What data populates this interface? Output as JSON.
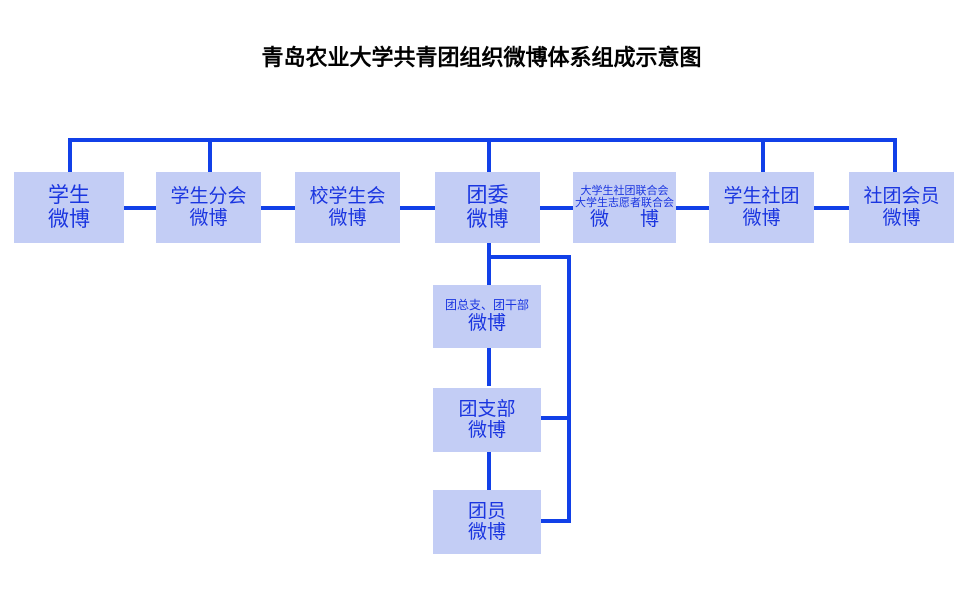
{
  "diagram": {
    "title": "青岛农业大学共青团组织微博体系组成示意图",
    "colors": {
      "box_fill": "#c3cdf5",
      "text_blue": "#1a35e0",
      "line_blue": "#1140e8",
      "title_black": "#000000",
      "background": "#ffffff"
    },
    "top_row": [
      {
        "id": "student-weibo",
        "line1": "学生",
        "line2": "微博"
      },
      {
        "id": "student-branch-weibo",
        "line1": "学生分会",
        "line2": "微博"
      },
      {
        "id": "school-union-weibo",
        "line1": "校学生会",
        "line2": "微博"
      },
      {
        "id": "youth-league-weibo",
        "line1": "团委",
        "line2": "微博"
      },
      {
        "id": "federations-weibo",
        "line1": "大学生社团联合会",
        "line2": "大学生志愿者联合会",
        "line3": "微　博"
      },
      {
        "id": "student-club-weibo",
        "line1": "学生社团",
        "line2": "微博"
      },
      {
        "id": "club-member-weibo",
        "line1": "社团会员",
        "line2": "微博"
      }
    ],
    "branch_column": [
      {
        "id": "league-branch-cadre-weibo",
        "line1": "团总支、团干部",
        "line2": "微博"
      },
      {
        "id": "league-branch-weibo",
        "line1": "团支部",
        "line2": "微博"
      },
      {
        "id": "league-member-weibo",
        "line1": "团员",
        "line2": "微博"
      }
    ]
  }
}
